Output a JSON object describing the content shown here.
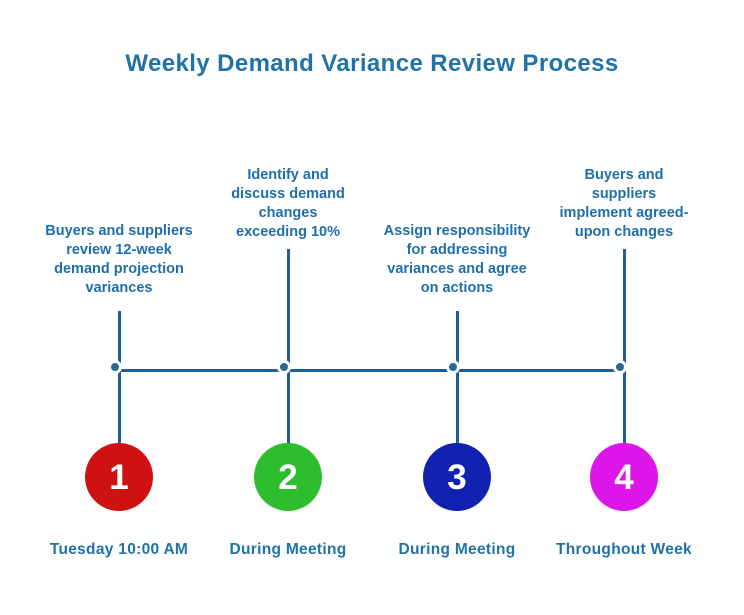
{
  "title": "Weekly Demand Variance Review Process",
  "colors": {
    "title_text": "#2173A7",
    "description_text": "#1E6FAB",
    "label_text": "#2173A7",
    "timeline_line": "#1E5F93",
    "timeline_dot": "#2A6B94",
    "step_1_circle": "#CE1111",
    "step_2_circle": "#2DBE2D",
    "step_3_circle": "#1222B0",
    "step_4_circle": "#DC15E9"
  },
  "steps": [
    {
      "number": "1",
      "description": "Buyers and suppliers\nreview 12-week\ndemand projection\nvariances",
      "label": "Tuesday 10:00 AM",
      "circle_color": "#CE1111"
    },
    {
      "number": "2",
      "description": "Identify and\ndiscuss demand\nchanges\nexceeding 10%",
      "label": "During Meeting",
      "circle_color": "#2DBE2D"
    },
    {
      "number": "3",
      "description": "Assign responsibility\nfor addressing\nvariances and agree\non actions",
      "label": "During Meeting",
      "circle_color": "#1222B0"
    },
    {
      "number": "4",
      "description": "Buyers and\nsuppliers\nimplement agreed-\nupon changes",
      "label": "Throughout Week",
      "circle_color": "#DC15E9"
    }
  ]
}
